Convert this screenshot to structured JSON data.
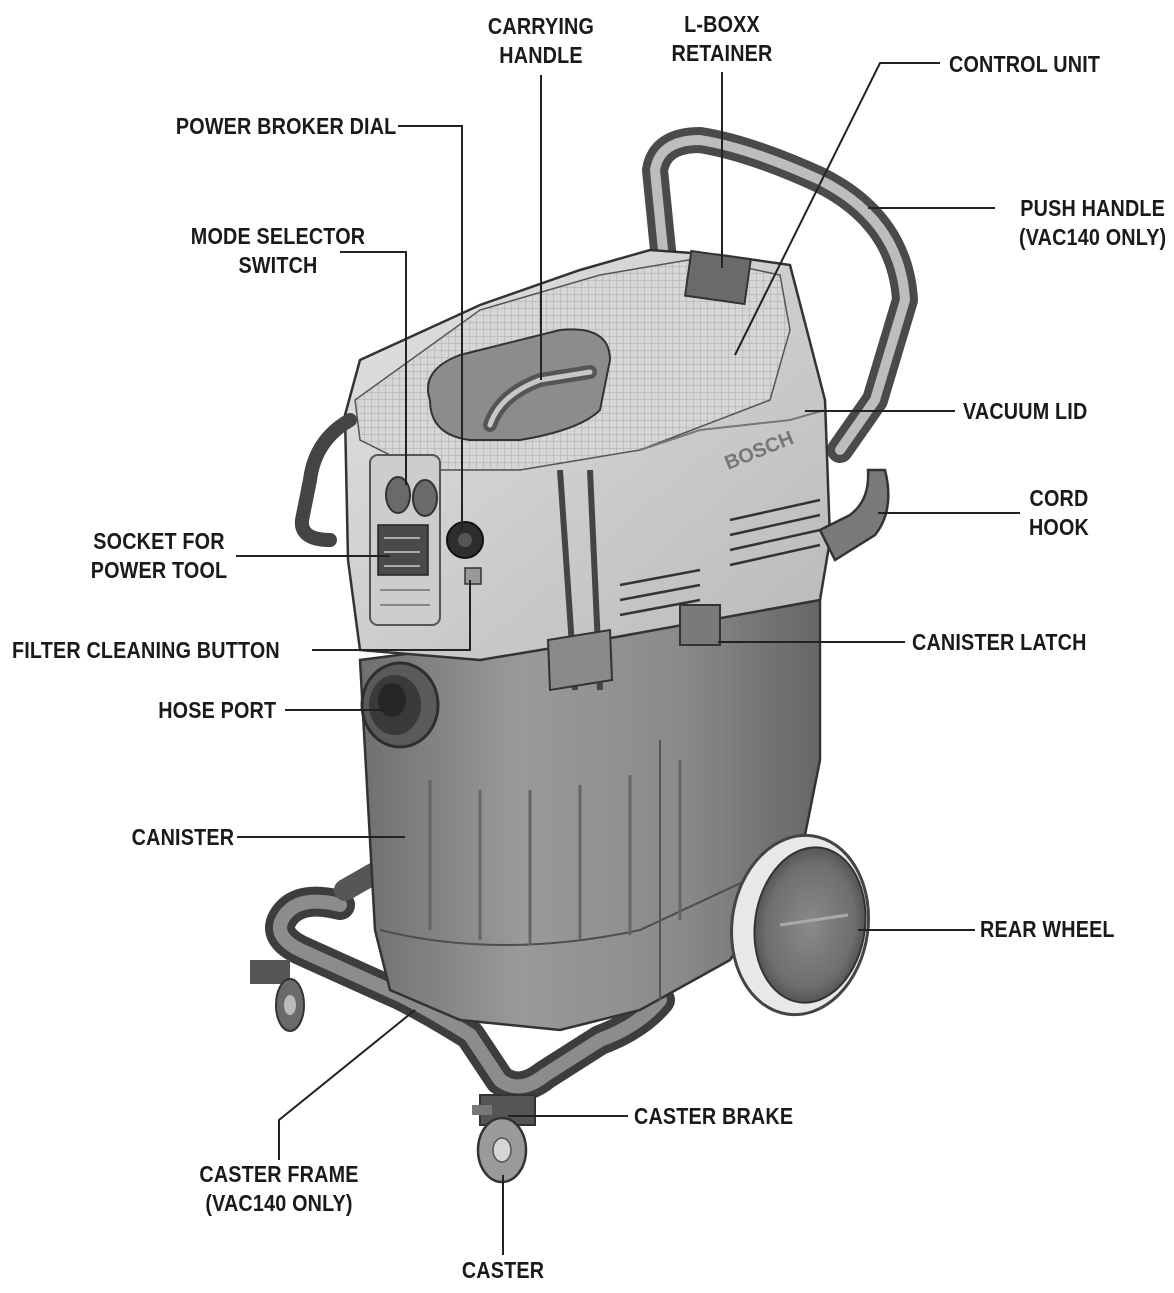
{
  "labels": {
    "carrying_handle": [
      "CARRYING",
      "HANDLE"
    ],
    "l_boxx_retainer": [
      "L-BOXX",
      "RETAINER"
    ],
    "control_unit": "CONTROL UNIT",
    "power_broker_dial": "POWER BROKER DIAL",
    "push_handle": [
      "PUSH HANDLE",
      "(VAC140 ONLY)"
    ],
    "mode_selector_switch": [
      "MODE SELECTOR",
      "SWITCH"
    ],
    "vacuum_lid": "VACUUM LID",
    "cord_hook": [
      "CORD",
      "HOOK"
    ],
    "socket_for_power_tool": [
      "SOCKET FOR",
      "POWER TOOL"
    ],
    "filter_cleaning_button": "FILTER CLEANING BUTTON",
    "canister_latch": "CANISTER LATCH",
    "hose_port": "HOSE PORT",
    "canister": "CANISTER",
    "rear_wheel": "REAR WHEEL",
    "caster_brake": "CASTER BRAKE",
    "caster_frame": [
      "CASTER FRAME",
      "(VAC140 ONLY)"
    ],
    "caster": "CASTER"
  },
  "lid_brand": "BOSCH"
}
